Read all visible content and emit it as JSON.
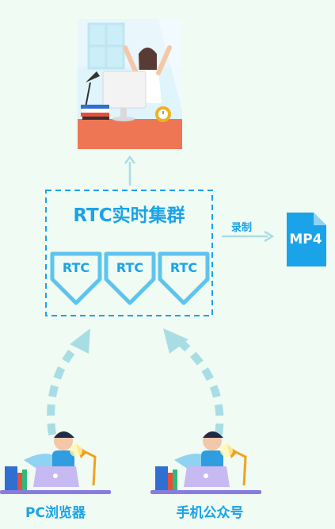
{
  "cluster": {
    "title": "RTC实时集群",
    "nodes": [
      "RTC",
      "RTC",
      "RTC"
    ]
  },
  "recording": {
    "label": "录制",
    "output_format": "MP4"
  },
  "clients": [
    {
      "label": "PC浏览器"
    },
    {
      "label": "手机公众号"
    }
  ],
  "colors": {
    "accent": "#1aa3e8",
    "dashed_arrow": "#a9dde6",
    "background": "#f0fbf3"
  },
  "icons": {
    "top": "viewer-illustration",
    "file": "mp4-file-icon",
    "client": "person-at-laptop-illustration"
  }
}
